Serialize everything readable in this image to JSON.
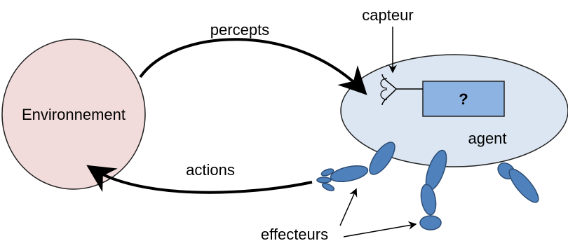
{
  "diagram": {
    "environment_label": "Environnement",
    "percepts_label": "percepts",
    "actions_label": "actions",
    "sensor_label": "capteur",
    "agent_label": "agent",
    "unknown_label": "?",
    "effectors_label": "effecteurs"
  },
  "colors": {
    "environment_fill": "#f2dcdb",
    "agent_fill": "#dce6f2",
    "box_fill": "#8db3e2",
    "limb_fill": "#4f81bd",
    "limb_stroke": "#2c4d75",
    "stroke": "#000000"
  }
}
